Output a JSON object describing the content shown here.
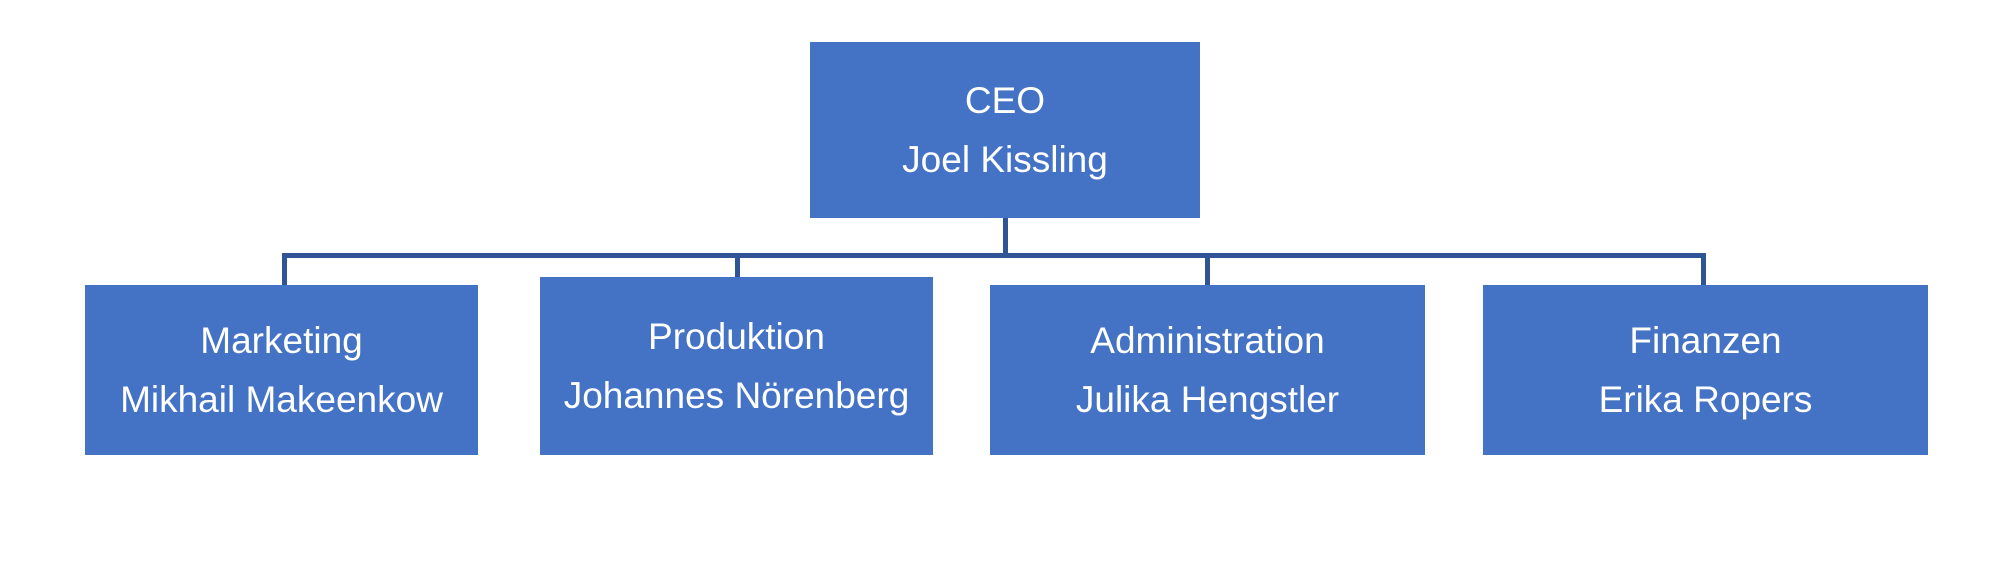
{
  "chart_data": {
    "type": "diagram",
    "diagram_type": "organizational-chart",
    "title": "",
    "orientation": "top-down",
    "levels": 2,
    "colors": {
      "node_fill": "#4473C5",
      "node_text": "#FFFFFF",
      "connector": "#2F5597",
      "background": "#FFFFFF"
    },
    "nodes": [
      {
        "id": "ceo",
        "level": 0,
        "title": "CEO",
        "person": "Joel Kissling",
        "parent": null
      },
      {
        "id": "marketing",
        "level": 1,
        "title": "Marketing",
        "person": "Mikhail Makeenkow",
        "parent": "ceo"
      },
      {
        "id": "produktion",
        "level": 1,
        "title": "Produktion",
        "person": "Johannes Nörenberg",
        "parent": "ceo"
      },
      {
        "id": "administration",
        "level": 1,
        "title": "Administration",
        "person": "Julika Hengstler",
        "parent": "ceo"
      },
      {
        "id": "finanzen",
        "level": 1,
        "title": "Finanzen",
        "person": "Erika Ropers",
        "parent": "ceo"
      }
    ],
    "edges": [
      {
        "from": "ceo",
        "to": "marketing"
      },
      {
        "from": "ceo",
        "to": "produktion"
      },
      {
        "from": "ceo",
        "to": "administration"
      },
      {
        "from": "ceo",
        "to": "finanzen"
      }
    ]
  },
  "chart": {
    "ceo": {
      "title": "CEO",
      "person": "Joel Kissling"
    },
    "departments": [
      {
        "title": "Marketing",
        "person": "Mikhail Makeenkow"
      },
      {
        "title": "Produktion",
        "person": "Johannes Nörenberg"
      },
      {
        "title": "Administration",
        "person": "Julika Hengstler"
      },
      {
        "title": "Finanzen",
        "person": "Erika Ropers"
      }
    ]
  }
}
